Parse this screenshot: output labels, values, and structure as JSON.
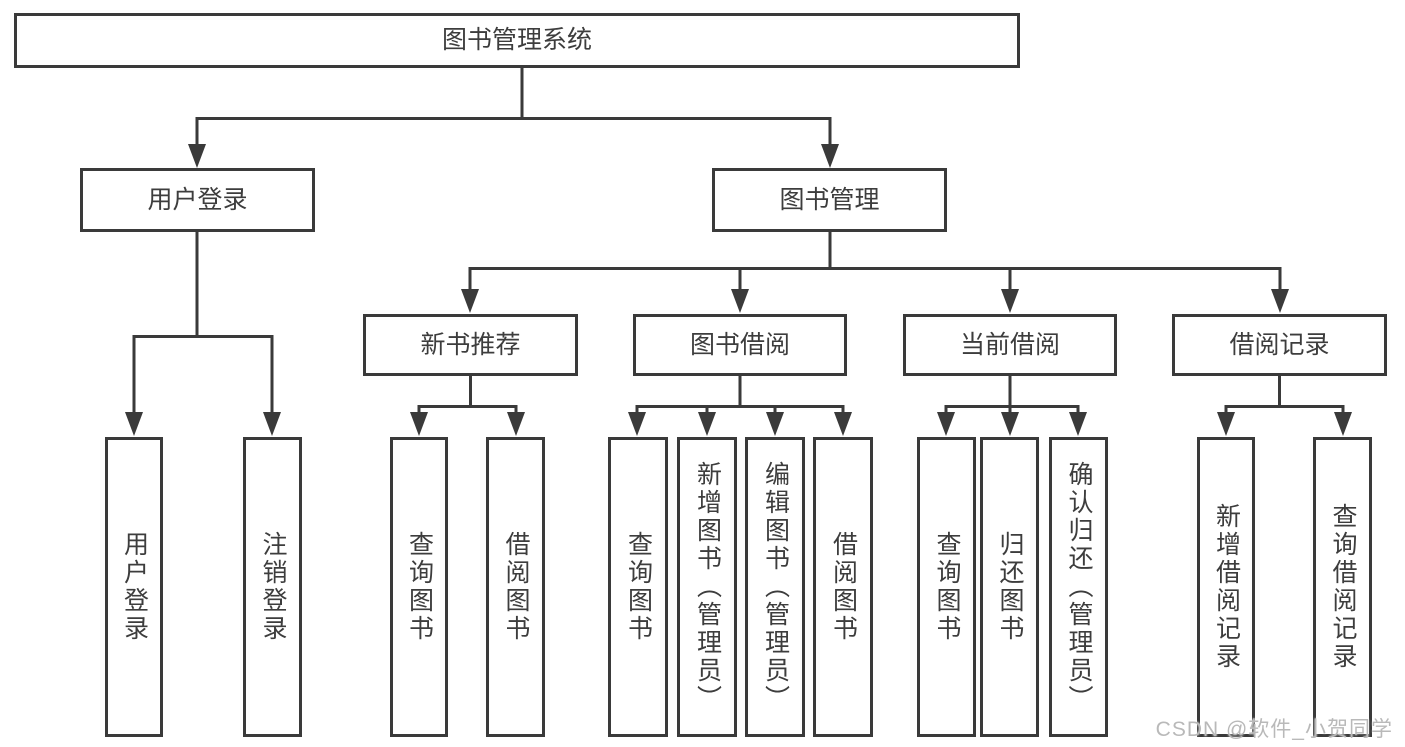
{
  "diagram_title": "图书管理系统",
  "tree": {
    "label": "图书管理系统",
    "children": [
      {
        "label": "用户登录",
        "children": [
          {
            "label": "用户登录"
          },
          {
            "label": "注销登录"
          }
        ]
      },
      {
        "label": "图书管理",
        "children": [
          {
            "label": "新书推荐",
            "children": [
              {
                "label": "查询图书"
              },
              {
                "label": "借阅图书"
              }
            ]
          },
          {
            "label": "图书借阅",
            "children": [
              {
                "label": "查询图书"
              },
              {
                "label": "新增图书（管理员）"
              },
              {
                "label": "编辑图书（管理员）"
              },
              {
                "label": "借阅图书"
              }
            ]
          },
          {
            "label": "当前借阅",
            "children": [
              {
                "label": "查询图书"
              },
              {
                "label": "归还图书"
              },
              {
                "label": "确认归还（管理员）"
              }
            ]
          },
          {
            "label": "借阅记录",
            "children": [
              {
                "label": "新增借阅记录"
              },
              {
                "label": "查询借阅记录"
              }
            ]
          }
        ]
      }
    ]
  },
  "watermark": {
    "text": "CSDN @软件_小贺同学"
  },
  "colors": {
    "line": "#3a3a3a",
    "text": "#3d3d3d",
    "box_background": "#ffffff",
    "watermark": "#b9b9b9"
  }
}
